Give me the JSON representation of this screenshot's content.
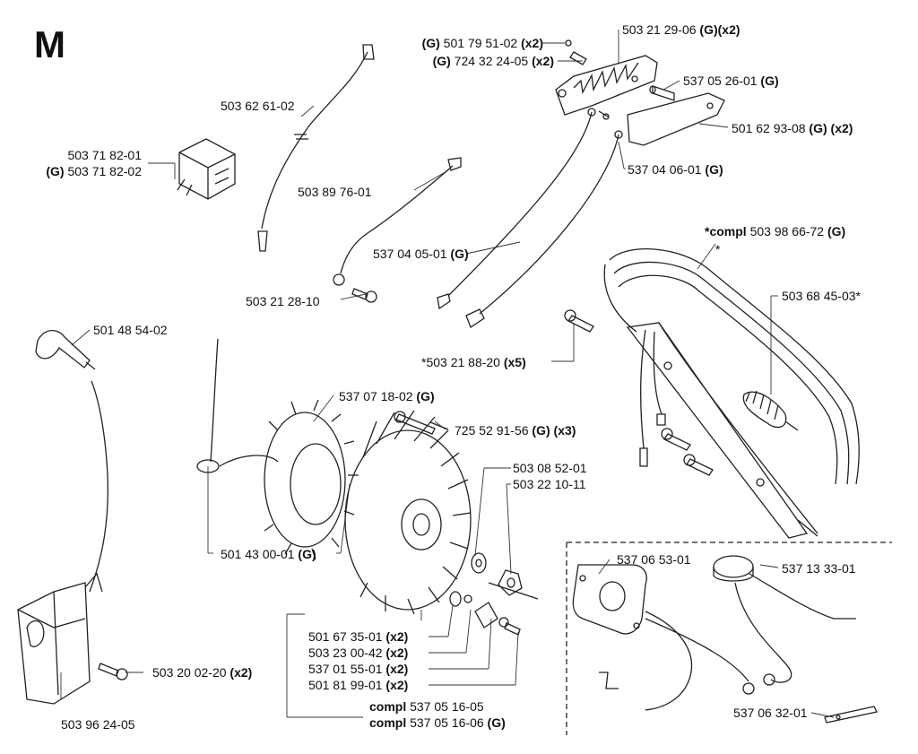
{
  "sheet_letter": "M",
  "labels": {
    "l01": {
      "pre": "",
      "num": "503 21 29-06",
      "suf": "(G)(x2)"
    },
    "l02": {
      "pre": "(G)",
      "num": "501 79 51-02",
      "suf": "(x2)"
    },
    "l03": {
      "pre": "(G)",
      "num": "724 32 24-05",
      "suf": "(x2)"
    },
    "l04": {
      "pre": "",
      "num": "537 05 26-01",
      "suf": "(G)"
    },
    "l05": {
      "pre": "",
      "num": "501 62 93-08",
      "suf": "(G) (x2)"
    },
    "l06": {
      "pre": "",
      "num": "537 04 06-01",
      "suf": "(G)"
    },
    "l07": {
      "pre": "",
      "num": "503 62 61-02",
      "suf": ""
    },
    "l08": {
      "pre": "",
      "num": "503 71 82-01",
      "suf": ""
    },
    "l09": {
      "pre": "(G)",
      "num": "503 71 82-02",
      "suf": ""
    },
    "l10": {
      "pre": "",
      "num": "503 89 76-01",
      "suf": ""
    },
    "l11": {
      "pre": "",
      "num": "537 04 05-01",
      "suf": "(G)"
    },
    "l12": {
      "pre": "",
      "num": "503 21 28-10",
      "suf": ""
    },
    "l13": {
      "pre": "*compl",
      "num": "503 98 66-72",
      "suf": "(G)"
    },
    "l14": {
      "pre": "",
      "num": "*",
      "suf": ""
    },
    "l15": {
      "pre": "",
      "num": "503 68 45-03*",
      "suf": ""
    },
    "l16": {
      "pre": "",
      "num": "501 48 54-02",
      "suf": ""
    },
    "l17": {
      "pre": "",
      "num": "*503 21 88-20",
      "suf": "(x5)"
    },
    "l18": {
      "pre": "",
      "num": "537 07 18-02",
      "suf": "(G)"
    },
    "l19": {
      "pre": "",
      "num": "725 52 91-56",
      "suf": "(G) (x3)"
    },
    "l20": {
      "pre": "",
      "num": "503 08 52-01",
      "suf": ""
    },
    "l21": {
      "pre": "",
      "num": "503 22 10-11",
      "suf": ""
    },
    "l22": {
      "pre": "",
      "num": "501 43 00-01",
      "suf": "(G)"
    },
    "l23": {
      "pre": "",
      "num": "537 06 53-01",
      "suf": ""
    },
    "l24": {
      "pre": "",
      "num": "537 13 33-01",
      "suf": ""
    },
    "l25": {
      "pre": "",
      "num": "501 67 35-01",
      "suf": "(x2)"
    },
    "l26": {
      "pre": "",
      "num": "503 23 00-42",
      "suf": "(x2)"
    },
    "l27": {
      "pre": "",
      "num": "537 01 55-01",
      "suf": "(x2)"
    },
    "l28": {
      "pre": "",
      "num": "501 81 99-01",
      "suf": "(x2)"
    },
    "l29": {
      "pre": "",
      "num": "503 20 02-20",
      "suf": "(x2)"
    },
    "l30": {
      "pre": "compl",
      "num": "537 05 16-05",
      "suf": ""
    },
    "l31": {
      "pre": "compl",
      "num": "537 05 16-06",
      "suf": "(G)"
    },
    "l32": {
      "pre": "",
      "num": "503 96 24-05",
      "suf": ""
    },
    "l33": {
      "pre": "",
      "num": "537 06 32-01",
      "suf": ""
    }
  }
}
